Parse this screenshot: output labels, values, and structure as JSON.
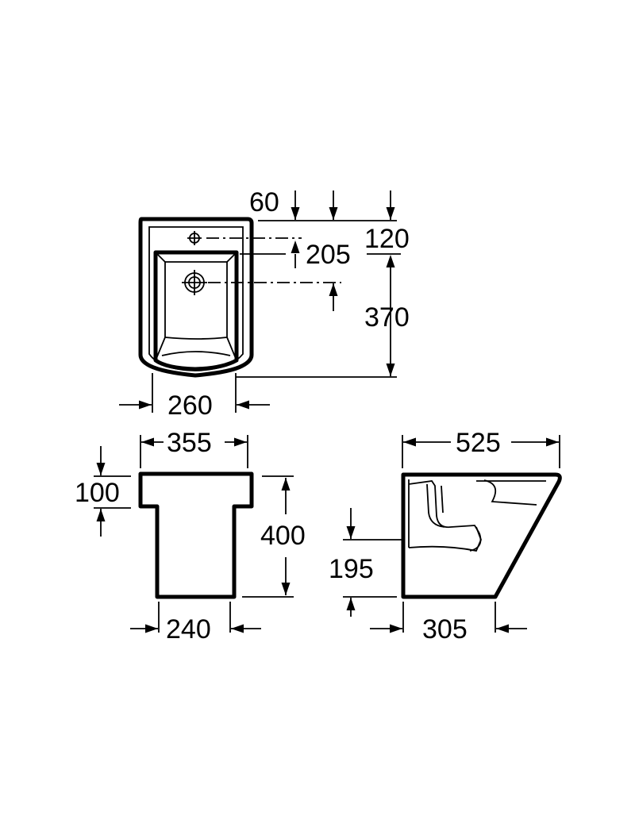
{
  "colors": {
    "ink": "#000000",
    "background": "#ffffff"
  },
  "top_view": {
    "dims": {
      "d60": "60",
      "d120": "120",
      "d205": "205",
      "d370": "370",
      "d260": "260"
    }
  },
  "front_view": {
    "dims": {
      "d355": "355",
      "d100": "100",
      "d400": "400",
      "d240": "240"
    }
  },
  "side_view": {
    "dims": {
      "d525": "525",
      "d195": "195",
      "d305": "305"
    }
  }
}
